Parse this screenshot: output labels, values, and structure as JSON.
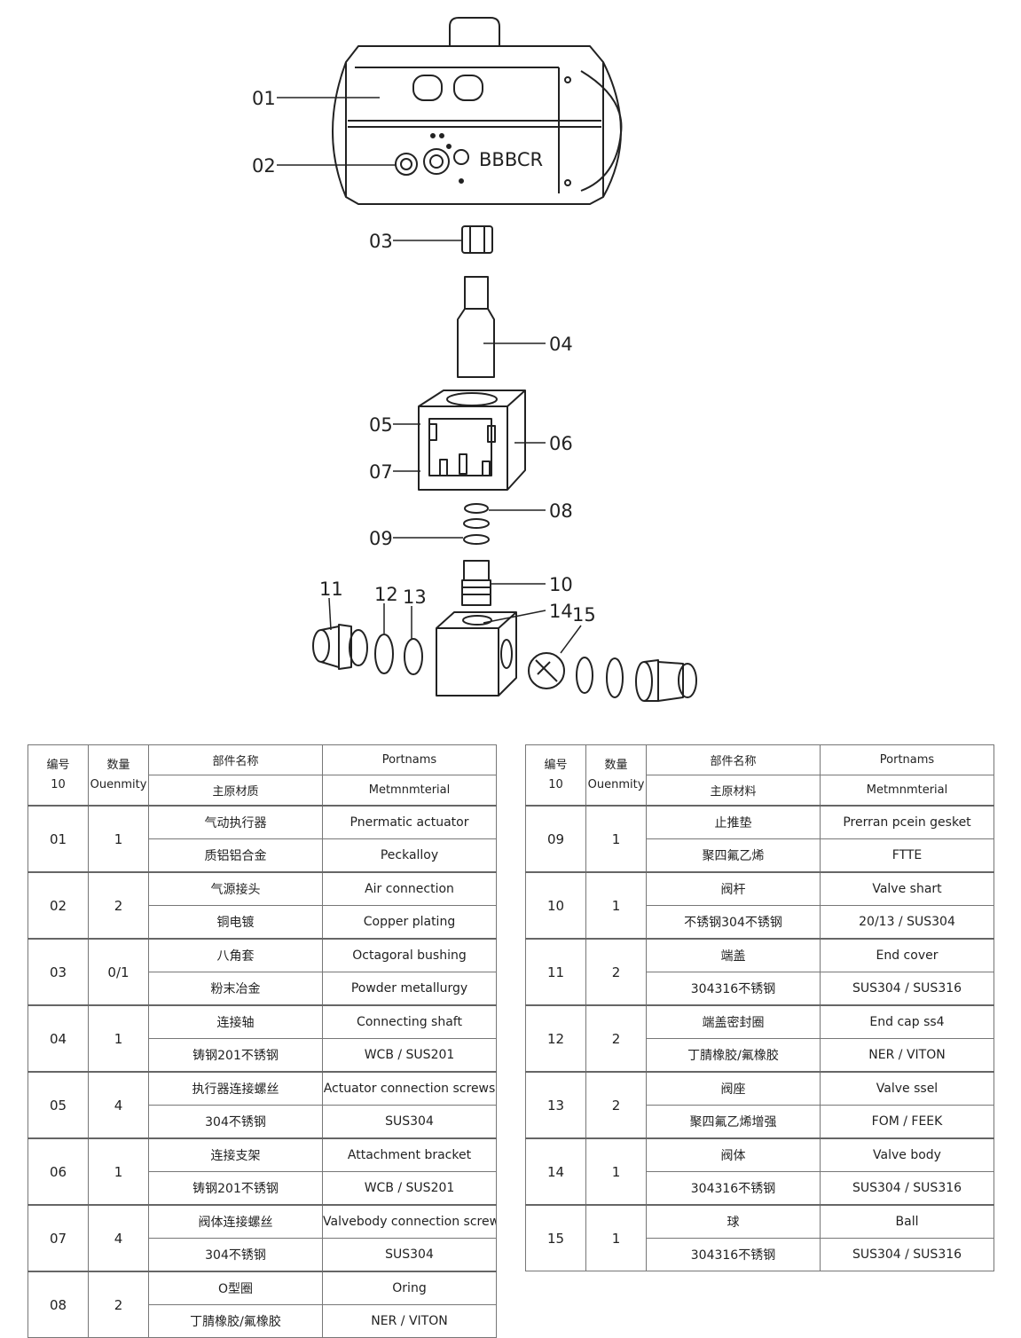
{
  "diagram": {
    "callouts": [
      "01",
      "02",
      "03",
      "04",
      "05",
      "06",
      "07",
      "08",
      "09",
      "10",
      "11",
      "12",
      "13",
      "14",
      "15"
    ],
    "body_marking": "BBBCR"
  },
  "table_header": {
    "no_cn": "编号",
    "no_en": "10",
    "qty_cn": "数量",
    "qty_en": "Ouenmity",
    "part_name_cn": "部件名称",
    "part_name_en": "Portnams",
    "material_cn": "主原材质",
    "material_en": "Metmnmterial"
  },
  "table_header_right": {
    "material_cn": "主原材料",
    "material_en": "Metmnmterial"
  },
  "parts_left": [
    {
      "no": "01",
      "qty": "1",
      "name_cn": "气动执行器",
      "name_en": "Pnermatic actuator",
      "mat_cn": "质铝铝合金",
      "mat_en": "Peckalloy"
    },
    {
      "no": "02",
      "qty": "2",
      "name_cn": "气源接头",
      "name_en": "Air connection",
      "mat_cn": "铜电镀",
      "mat_en": "Copper plating"
    },
    {
      "no": "03",
      "qty": "0/1",
      "name_cn": "八角套",
      "name_en": "Octagoral bushing",
      "mat_cn": "粉末冶金",
      "mat_en": "Powder metallurgy"
    },
    {
      "no": "04",
      "qty": "1",
      "name_cn": "连接轴",
      "name_en": "Connecting shaft",
      "mat_cn": "铸钢201不锈钢",
      "mat_en": "WCB / SUS201"
    },
    {
      "no": "05",
      "qty": "4",
      "name_cn": "执行器连接螺丝",
      "name_en": "Actuator connection screws",
      "mat_cn": "304不锈钢",
      "mat_en": "SUS304"
    },
    {
      "no": "06",
      "qty": "1",
      "name_cn": "连接支架",
      "name_en": "Attachment bracket",
      "mat_cn": "铸钢201不锈钢",
      "mat_en": "WCB / SUS201"
    },
    {
      "no": "07",
      "qty": "4",
      "name_cn": "阀体连接螺丝",
      "name_en": "Valvebody connection screw",
      "mat_cn": "304不锈钢",
      "mat_en": "SUS304"
    },
    {
      "no": "08",
      "qty": "2",
      "name_cn": "O型圈",
      "name_en": "Oring",
      "mat_cn": "丁腈橡胶/氟橡胶",
      "mat_en": "NER / VITON"
    }
  ],
  "parts_right": [
    {
      "no": "09",
      "qty": "1",
      "name_cn": "止推垫",
      "name_en": "Prerran pcein gesket",
      "mat_cn": "聚四氟乙烯",
      "mat_en": "FTTE"
    },
    {
      "no": "10",
      "qty": "1",
      "name_cn": "阀杆",
      "name_en": "Valve shart",
      "mat_cn": "不锈钢304不锈钢",
      "mat_en": "20/13 / SUS304"
    },
    {
      "no": "11",
      "qty": "2",
      "name_cn": "端盖",
      "name_en": "End cover",
      "mat_cn": "304316不锈钢",
      "mat_en": "SUS304 / SUS316"
    },
    {
      "no": "12",
      "qty": "2",
      "name_cn": "端盖密封圈",
      "name_en": "End cap ss4",
      "mat_cn": "丁腈橡胶/氟橡胶",
      "mat_en": "NER / VITON"
    },
    {
      "no": "13",
      "qty": "2",
      "name_cn": "阀座",
      "name_en": "Valve ssel",
      "mat_cn": "聚四氟乙烯增强",
      "mat_en": "FOM / FEEK"
    },
    {
      "no": "14",
      "qty": "1",
      "name_cn": "阀体",
      "name_en": "Valve body",
      "mat_cn": "304316不锈钢",
      "mat_en": "SUS304 / SUS316"
    },
    {
      "no": "15",
      "qty": "1",
      "name_cn": "球",
      "name_en": "Ball",
      "mat_cn": "304316不锈钢",
      "mat_en": "SUS304 / SUS316"
    }
  ]
}
